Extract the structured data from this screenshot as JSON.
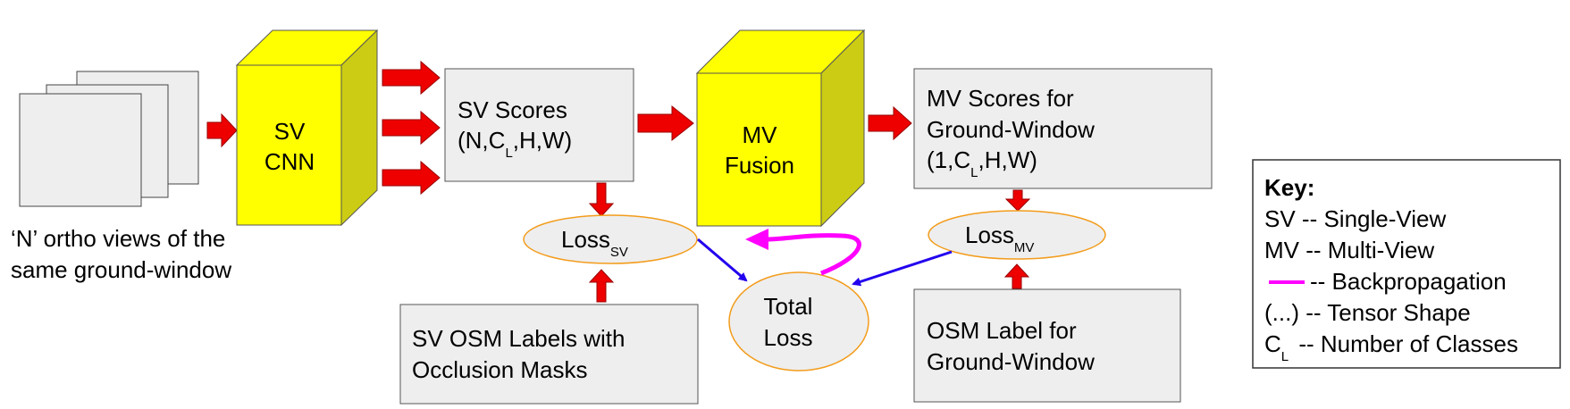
{
  "input_caption": [
    "‘N’ ortho views of the",
    "same ground-window"
  ],
  "sv_cnn": [
    "SV",
    "CNN"
  ],
  "mv_fusion": [
    "MV",
    "Fusion"
  ],
  "sv_scores": {
    "title": "SV Scores",
    "shape_prefix": "(N,C",
    "shape_sub": "L",
    "shape_suffix": ",H,W)"
  },
  "mv_scores": {
    "line1": "MV Scores for",
    "line2": "Ground-Window",
    "shape_prefix": "(1,C",
    "shape_sub": "L",
    "shape_suffix": ",H,W)"
  },
  "loss_sv": {
    "base": "Loss",
    "sub": "SV"
  },
  "loss_mv": {
    "base": "Loss",
    "sub": "MV"
  },
  "total_loss": [
    "Total",
    "Loss"
  ],
  "sv_labels": [
    "SV OSM Labels with",
    "Occlusion Masks"
  ],
  "mv_label": [
    "OSM Label for",
    "Ground-Window"
  ],
  "key": {
    "title": "Key:",
    "sv": "SV  -- Single-View",
    "mv": "MV -- Multi-View",
    "backprop": " -- Backpropagation",
    "tensor": "(...) -- Tensor Shape",
    "classes_c": "C",
    "classes_sub": "L",
    "classes": " -- Number of Classes"
  },
  "colors": {
    "cube_yellow": "#ffff00",
    "cube_side": "#cccc14",
    "arrow_red": "#ee0000",
    "arrow_blue": "#2200ee",
    "backprop_magenta": "#ff00ff",
    "ellipse_orange": "#f39c1b",
    "box_fill": "#eeeeee"
  }
}
